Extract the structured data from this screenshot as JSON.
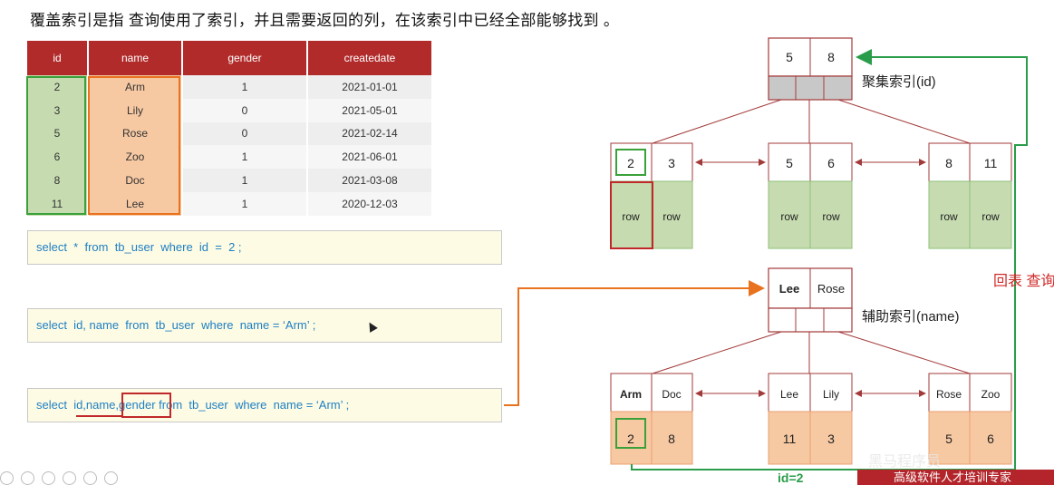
{
  "heading": "覆盖索引是指 查询使用了索引，并且需要返回的列，在该索引中已经全部能够找到 。",
  "table": {
    "columns": [
      "id",
      "name",
      "gender",
      "createdate"
    ],
    "rows": [
      [
        "2",
        "Arm",
        "1",
        "2021-01-01"
      ],
      [
        "3",
        "Lily",
        "0",
        "2021-05-01"
      ],
      [
        "5",
        "Rose",
        "0",
        "2021-02-14"
      ],
      [
        "6",
        "Zoo",
        "1",
        "2021-06-01"
      ],
      [
        "8",
        "Doc",
        "1",
        "2021-03-08"
      ],
      [
        "11",
        "Lee",
        "1",
        "2020-12-03"
      ]
    ]
  },
  "sql": {
    "q1": "select  *  from  tb_user  where  id  =  2 ;",
    "q2": "select  id, name  from  tb_user  where  name = ‘Arm’ ;",
    "q3_cols": "id,name,gender",
    "q3_rest": " from  tb_user  where  name = ‘Arm’ ;",
    "q3_prefix": "select  "
  },
  "clustered": {
    "label": "聚集索引(id)",
    "root": [
      "5",
      "8"
    ],
    "leaves": [
      {
        "keys": [
          "2",
          "3"
        ],
        "rows": [
          "row",
          "row"
        ]
      },
      {
        "keys": [
          "5",
          "6"
        ],
        "rows": [
          "row",
          "row"
        ]
      },
      {
        "keys": [
          "8",
          "11"
        ],
        "rows": [
          "row",
          "row"
        ]
      }
    ]
  },
  "secondary": {
    "label": "辅助索引(name)",
    "root": [
      "Lee",
      "Rose"
    ],
    "leaves": [
      {
        "keys": [
          "Arm",
          "Doc"
        ],
        "ids": [
          "2",
          "8"
        ]
      },
      {
        "keys": [
          "Lee",
          "Lily"
        ],
        "ids": [
          "11",
          "3"
        ]
      },
      {
        "keys": [
          "Rose",
          "Zoo"
        ],
        "ids": [
          "5",
          "6"
        ]
      }
    ]
  },
  "annotations": {
    "huibiao": "回表 查询",
    "id_eq": "id=2",
    "watermark": "黑马程序员",
    "banner": "高级软件人才培训专家"
  },
  "colors": {
    "accent_red": "#b22b2b",
    "green": "#3aa13a",
    "orange": "#e8721d",
    "sql_blue": "#1e7fc4"
  }
}
